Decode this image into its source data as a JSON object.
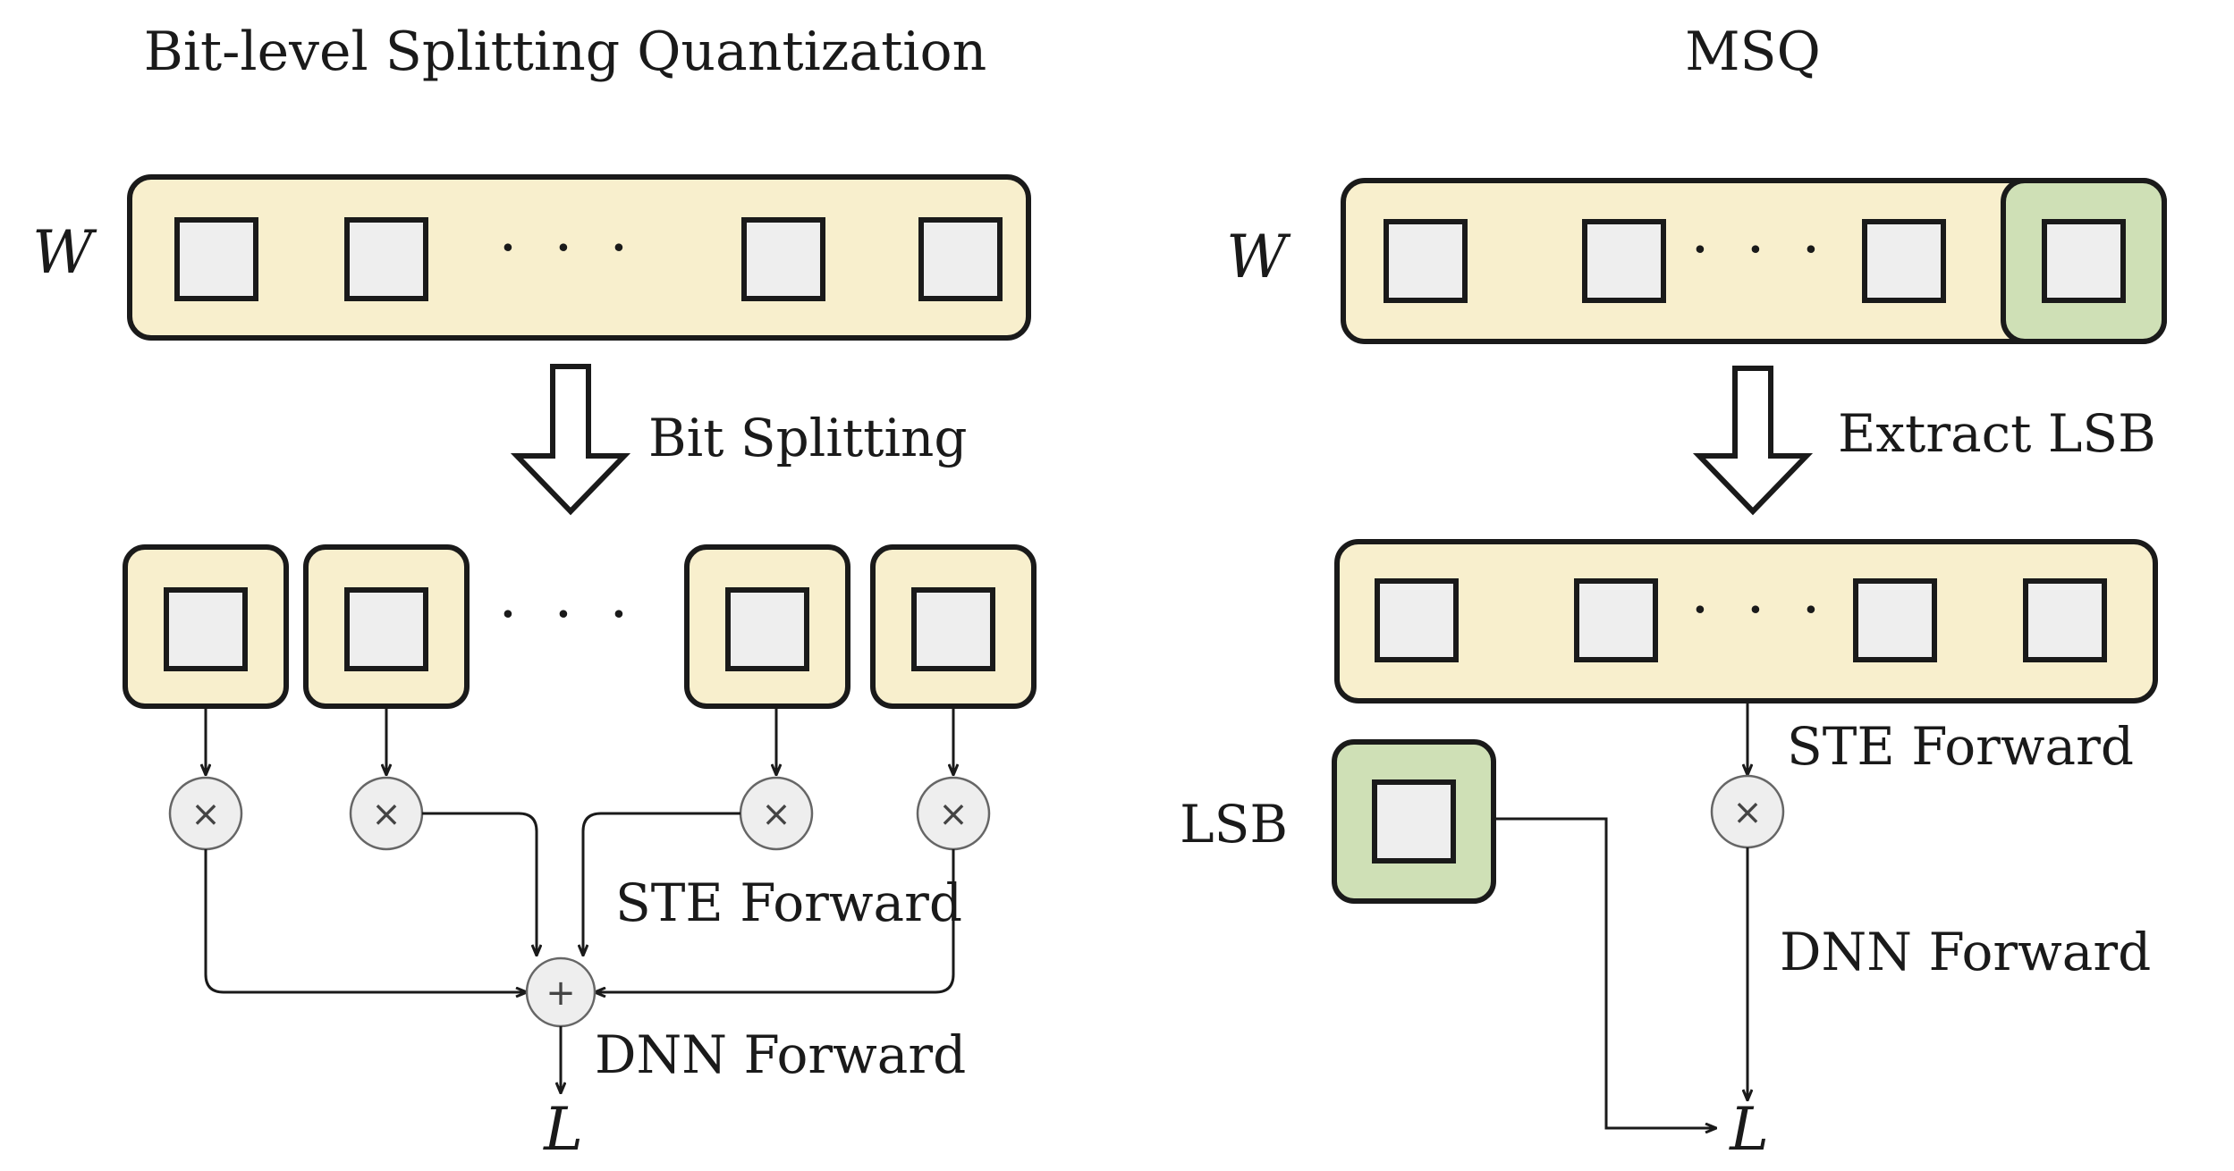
{
  "left": {
    "title": "Bit-level Splitting Quantization",
    "weight_label": "W",
    "ellipsis": "· · ·",
    "step_label": "Bit Splitting",
    "ellipsis_bits": "· · ·",
    "multiply_symbol": "×",
    "sum_symbol": "+",
    "ste_label": "STE Forward",
    "dnn_label": "DNN Forward",
    "loss_label": "L"
  },
  "right": {
    "title": "MSQ",
    "weight_label": "W",
    "ellipsis": "· · ·",
    "step_label": "Extract LSB",
    "ellipsis_bits": "· · ·",
    "lsb_label": "LSB",
    "multiply_symbol": "×",
    "ste_label": "STE Forward",
    "dnn_label": "DNN Forward",
    "loss_label": "L"
  },
  "colors": {
    "container_fill": "#f8efcd",
    "lsb_fill": "#cfe0b6",
    "cell_fill": "#eeeeee",
    "stroke": "#1a1a1a"
  }
}
